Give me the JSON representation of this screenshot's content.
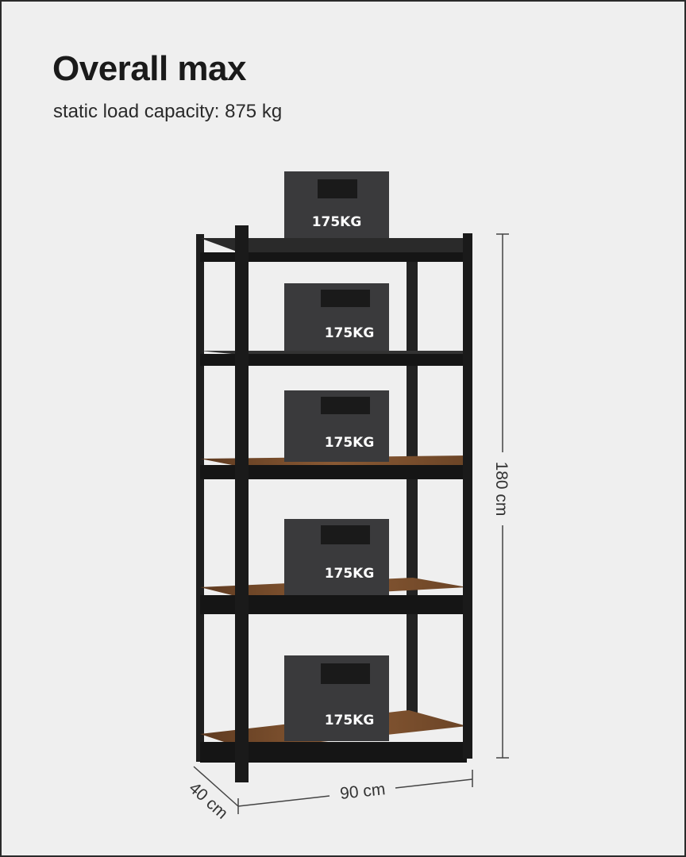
{
  "heading": {
    "title": "Overall max",
    "subtitle": "static load capacity: 875 kg"
  },
  "boxes": [
    {
      "label": "175KG"
    },
    {
      "label": "175KG"
    },
    {
      "label": "175KG"
    },
    {
      "label": "175KG"
    },
    {
      "label": "175KG"
    }
  ],
  "dimensions": {
    "height": "180 cm",
    "width": "90 cm",
    "depth": "40 cm"
  },
  "colors": {
    "background": "#efefef",
    "frame": "#1f1f1f",
    "wood": "#7a5030",
    "box": "#3a3a3c"
  }
}
